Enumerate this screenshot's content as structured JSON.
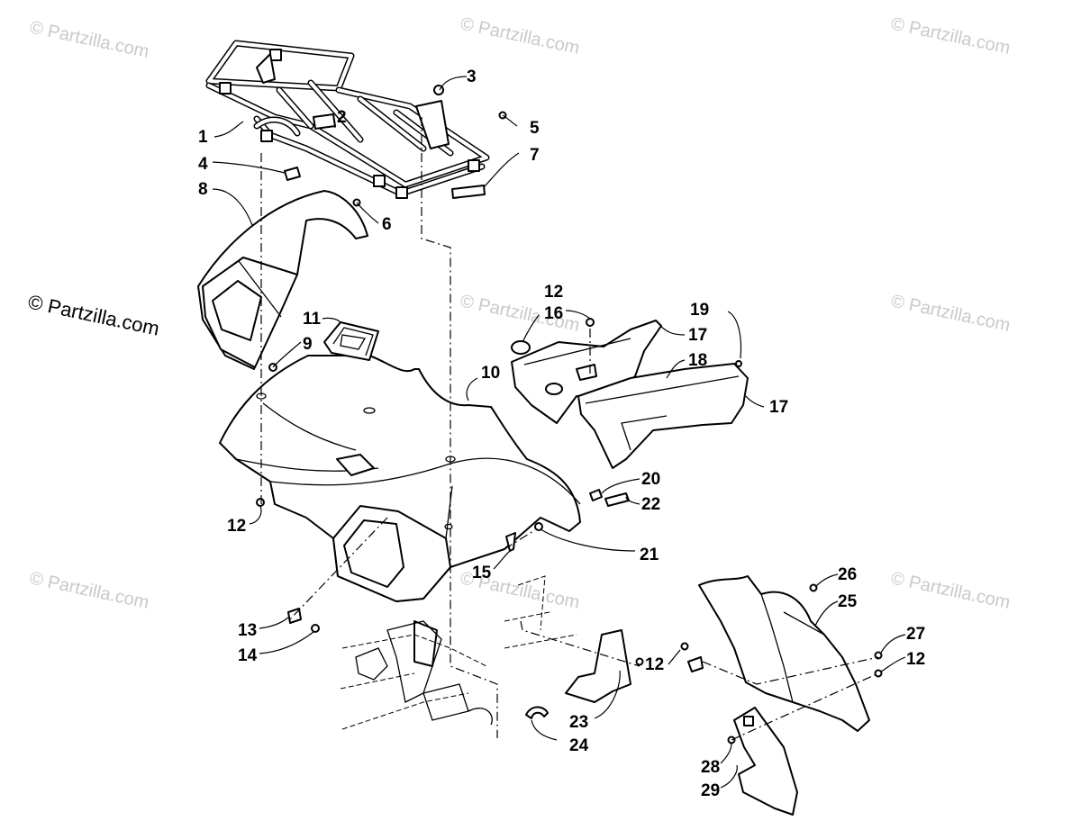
{
  "watermark": "© Partzilla.com",
  "copyright_notice": "© Partzilla.com",
  "colors": {
    "ink": "#000000",
    "watermark": "#c9c9c9",
    "background": "#ffffff"
  },
  "callouts": [
    {
      "id": "c1",
      "text": "1"
    },
    {
      "id": "c2",
      "text": "2"
    },
    {
      "id": "c3",
      "text": "3"
    },
    {
      "id": "c4",
      "text": "4"
    },
    {
      "id": "c5",
      "text": "5"
    },
    {
      "id": "c6",
      "text": "6"
    },
    {
      "id": "c7",
      "text": "7"
    },
    {
      "id": "c8",
      "text": "8"
    },
    {
      "id": "c9",
      "text": "9"
    },
    {
      "id": "c10",
      "text": "10"
    },
    {
      "id": "c11",
      "text": "11"
    },
    {
      "id": "c12a",
      "text": "12"
    },
    {
      "id": "c12b",
      "text": "12"
    },
    {
      "id": "c12c",
      "text": "12"
    },
    {
      "id": "c12d",
      "text": "12"
    },
    {
      "id": "c13",
      "text": "13"
    },
    {
      "id": "c14",
      "text": "14"
    },
    {
      "id": "c15",
      "text": "15"
    },
    {
      "id": "c16",
      "text": "16"
    },
    {
      "id": "c17a",
      "text": "17"
    },
    {
      "id": "c17b",
      "text": "17"
    },
    {
      "id": "c18",
      "text": "18"
    },
    {
      "id": "c19",
      "text": "19"
    },
    {
      "id": "c20",
      "text": "20"
    },
    {
      "id": "c21",
      "text": "21"
    },
    {
      "id": "c22",
      "text": "22"
    },
    {
      "id": "c23",
      "text": "23"
    },
    {
      "id": "c24",
      "text": "24"
    },
    {
      "id": "c25",
      "text": "25"
    },
    {
      "id": "c26",
      "text": "26"
    },
    {
      "id": "c27",
      "text": "27"
    },
    {
      "id": "c28",
      "text": "28"
    },
    {
      "id": "c29",
      "text": "29"
    }
  ]
}
